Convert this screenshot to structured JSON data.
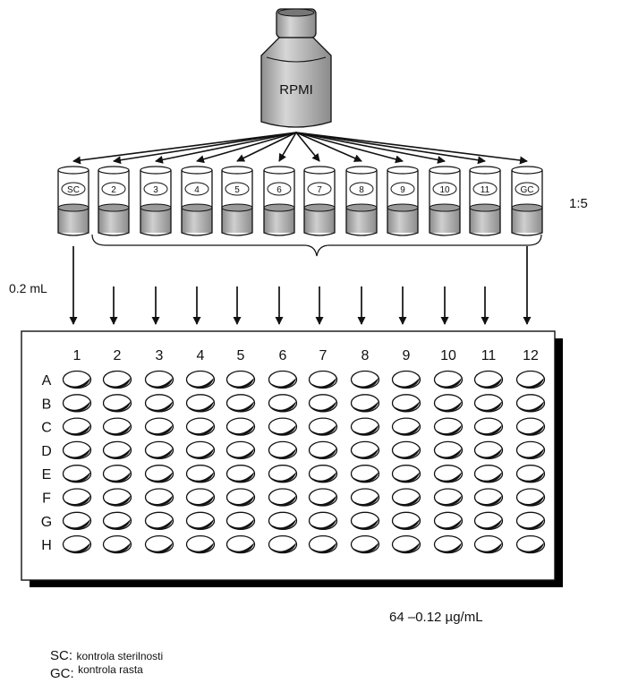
{
  "bottle": {
    "label": "RPMI"
  },
  "ratio_label": "1:5",
  "volume_label": "0.2 mL",
  "tubes": [
    {
      "label": "SC"
    },
    {
      "label": "2"
    },
    {
      "label": "3"
    },
    {
      "label": "4"
    },
    {
      "label": "5"
    },
    {
      "label": "6"
    },
    {
      "label": "7"
    },
    {
      "label": "8"
    },
    {
      "label": "9"
    },
    {
      "label": "10"
    },
    {
      "label": "11"
    },
    {
      "label": "GC"
    }
  ],
  "plate": {
    "columns": [
      "1",
      "2",
      "3",
      "4",
      "5",
      "6",
      "7",
      "8",
      "9",
      "10",
      "11",
      "12"
    ],
    "rows": [
      "A",
      "B",
      "C",
      "D",
      "E",
      "F",
      "G",
      "H"
    ]
  },
  "concentration_range": "64 –0.12 µg/mL",
  "legend": [
    {
      "code": "SC:",
      "description": "kontrola sterilnosti"
    },
    {
      "code": "GC:",
      "description": "kontrola rasta"
    }
  ],
  "colors": {
    "tube_fill": "#b4b4b4",
    "bottle_fill": "#b8b8b8",
    "stroke": "#111111"
  }
}
